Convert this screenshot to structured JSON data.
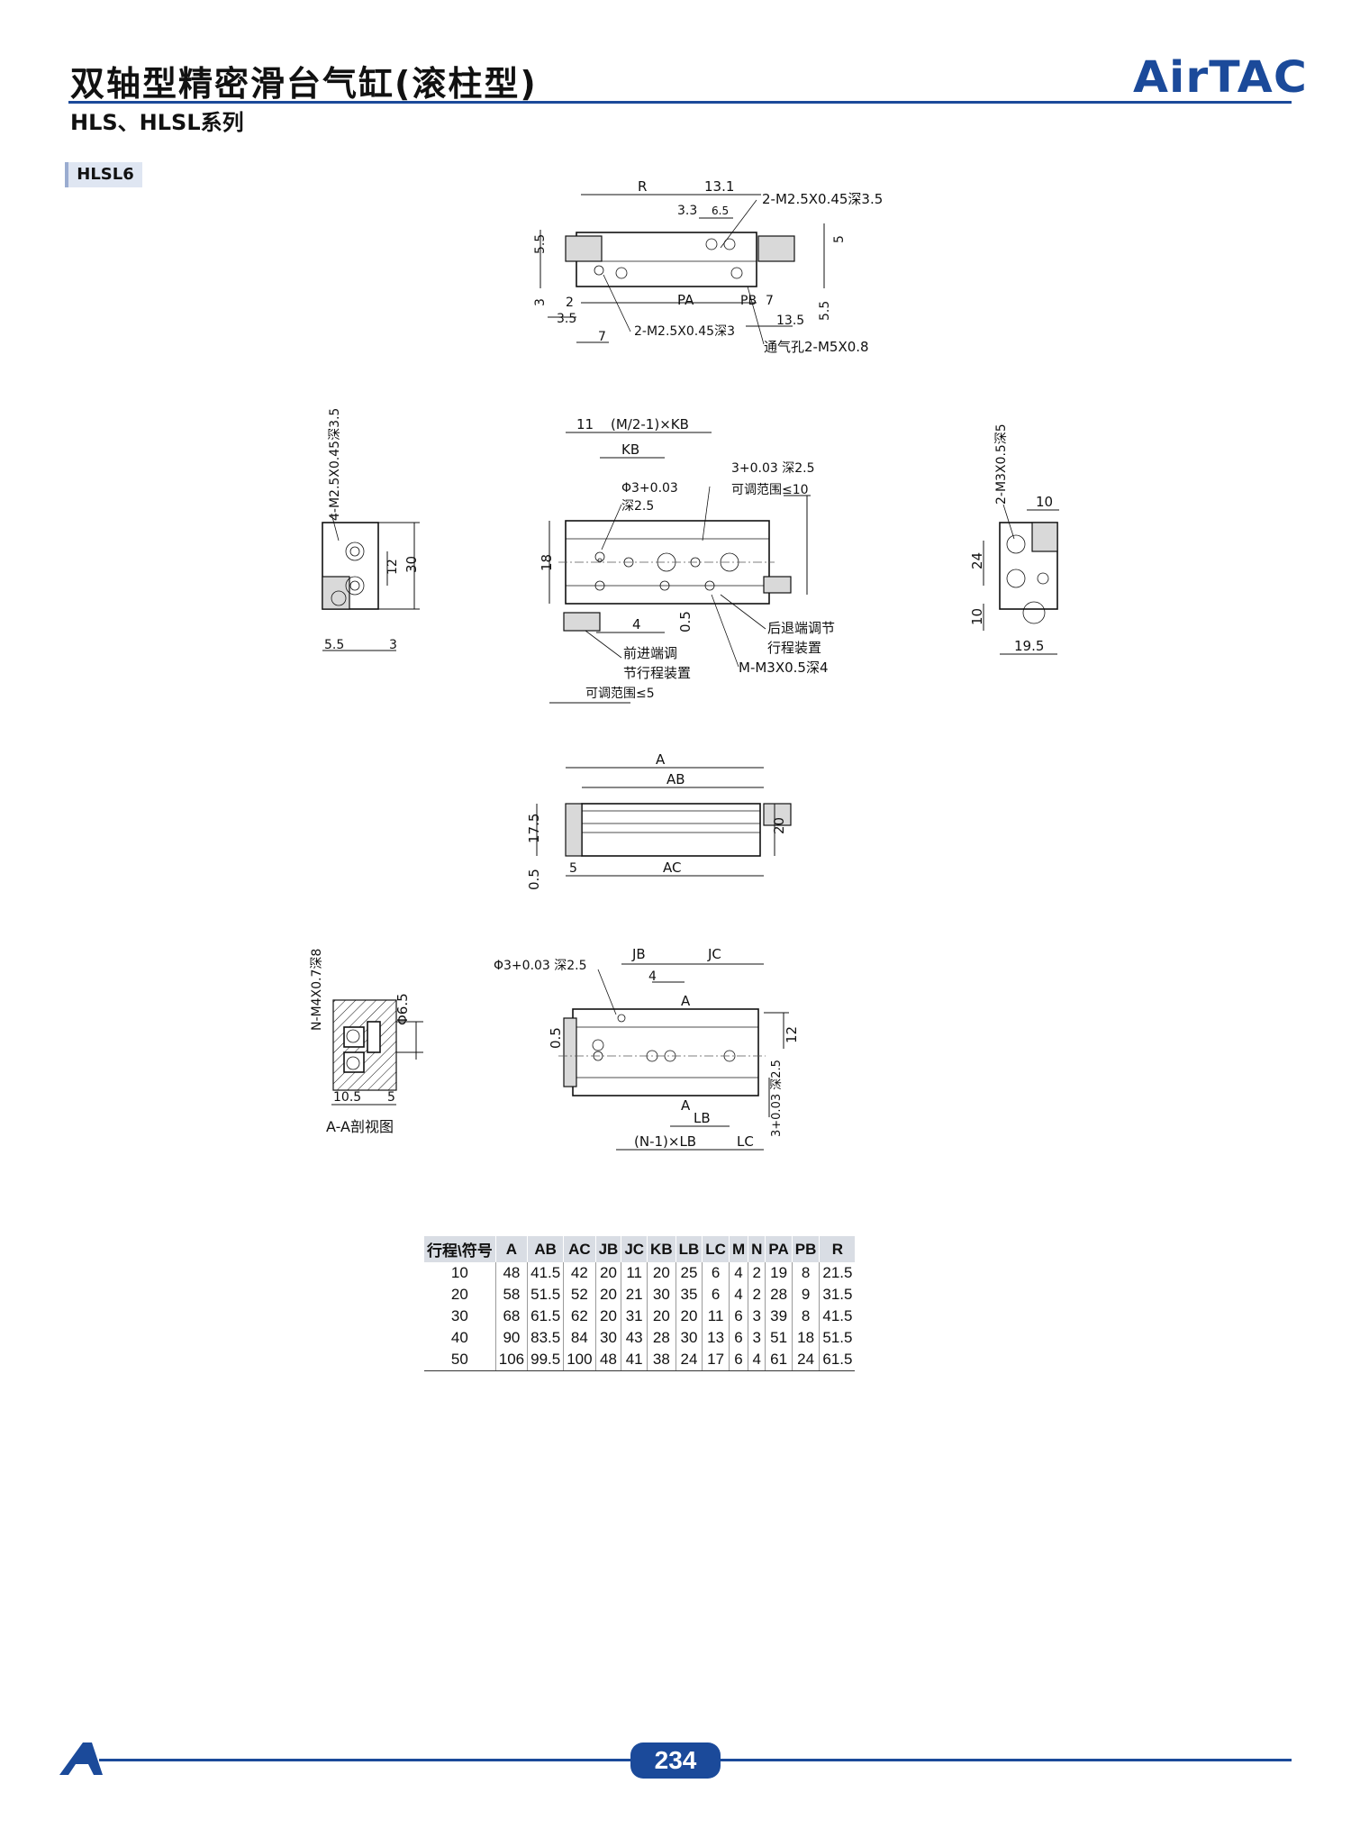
{
  "header": {
    "title": "双轴型精密滑台气缸(滚柱型)",
    "subtitle": "HLS、HLSL系列",
    "logo": "AirTAC"
  },
  "model_tag": "HLSL6",
  "drawings": {
    "top_view": {
      "R": "R",
      "d13_1": "13.1",
      "d3_3": "3.3",
      "d6_5": "6.5",
      "tap_top": "2-M2.5X0.45深3.5",
      "d5_5a": "5.5",
      "d5": "5",
      "d3": "3",
      "d2": "2",
      "PA": "PA",
      "PB": "PB",
      "d7a": "7",
      "d5_5b": "5.5",
      "d3_5": "3.5",
      "d13_5": "13.5",
      "d7b": "7",
      "tap_bottom": "2-M2.5X0.45深3",
      "vent": "通气孔2-M5X0.8"
    },
    "left_view": {
      "tap": "4-M2.5X0.45深3.5",
      "d12": "12",
      "d30": "30",
      "d5_5": "5.5",
      "d3": "3"
    },
    "front_view": {
      "d11": "11",
      "mkb": "(M/2-1)×KB",
      "KB": "KB",
      "hole_a": "3+0.03 深2.5",
      "range10": "可调范围≤10",
      "hole_b1": "Φ3+0.03",
      "hole_b2": "深2.5",
      "d18": "18",
      "d4": "4",
      "d0_5": "0.5",
      "rear": "后退端调节",
      "rear2": "行程装置",
      "front": "前进端调",
      "front2": "节行程装置",
      "mtap": "M-M3X0.5深4",
      "range5": "可调范围≤5"
    },
    "right_view": {
      "tap": "2-M3X0.5深5",
      "d10a": "10",
      "d24": "24",
      "d10b": "10",
      "d19_5": "19.5"
    },
    "side_view": {
      "A": "A",
      "AB": "AB",
      "d17_5": "17.5",
      "d20": "20",
      "d0_5": "0.5",
      "d5": "5",
      "AC": "AC"
    },
    "section_view": {
      "tap": "N-M4X0.7深8",
      "d6_5": "Φ6.5",
      "d10_5": "10.5",
      "d5": "5",
      "caption": "A-A剖视图"
    },
    "bottom_view": {
      "hole": "Φ3+0.03 深2.5",
      "JB": "JB",
      "JC": "JC",
      "d4": "4",
      "A1": "A",
      "d0_5": "0.5",
      "d12": "12",
      "hole2": "3+0.03 深2.5",
      "A2": "A",
      "LB": "LB",
      "NLB": "(N-1)×LB",
      "LC": "LC"
    }
  },
  "spec_table": {
    "headers": [
      "行程\\符号",
      "A",
      "AB",
      "AC",
      "JB",
      "JC",
      "KB",
      "LB",
      "LC",
      "M",
      "N",
      "PA",
      "PB",
      "R"
    ],
    "rows": [
      [
        "10",
        "48",
        "41.5",
        "42",
        "20",
        "11",
        "20",
        "25",
        "6",
        "4",
        "2",
        "19",
        "8",
        "21.5"
      ],
      [
        "20",
        "58",
        "51.5",
        "52",
        "20",
        "21",
        "30",
        "35",
        "6",
        "4",
        "2",
        "28",
        "9",
        "31.5"
      ],
      [
        "30",
        "68",
        "61.5",
        "62",
        "20",
        "31",
        "20",
        "20",
        "11",
        "6",
        "3",
        "39",
        "8",
        "41.5"
      ],
      [
        "40",
        "90",
        "83.5",
        "84",
        "30",
        "43",
        "28",
        "30",
        "13",
        "6",
        "3",
        "51",
        "18",
        "51.5"
      ],
      [
        "50",
        "106",
        "99.5",
        "100",
        "48",
        "41",
        "38",
        "24",
        "17",
        "6",
        "4",
        "61",
        "24",
        "61.5"
      ]
    ]
  },
  "footer": {
    "page_number": "234"
  }
}
